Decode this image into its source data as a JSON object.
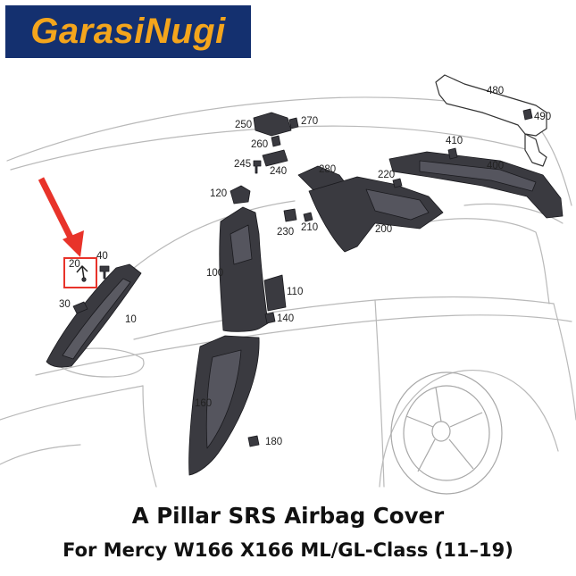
{
  "logo": {
    "part1": "Garasi",
    "part2": "Nugi"
  },
  "colors": {
    "logo_bg": "#14306f",
    "logo_text": "#f4a51c",
    "highlight": "#e8332a",
    "part_fill": "#3a3a40"
  },
  "callouts": {
    "c10": "10",
    "c20": "20",
    "c30": "30",
    "c40": "40",
    "c100": "100",
    "c110": "110",
    "c120": "120",
    "c140": "140",
    "c160": "160",
    "c180": "180",
    "c200": "200",
    "c210": "210",
    "c220": "220",
    "c230": "230",
    "c240": "240",
    "c245": "245",
    "c250": "250",
    "c260": "260",
    "c270": "270",
    "c280": "280",
    "c400": "400",
    "c410": "410",
    "c480": "480",
    "c490": "490"
  },
  "caption": {
    "title": "A Pillar SRS Airbag Cover",
    "subtitle": "For Mercy W166 X166 ML/GL-Class (11–19)"
  }
}
